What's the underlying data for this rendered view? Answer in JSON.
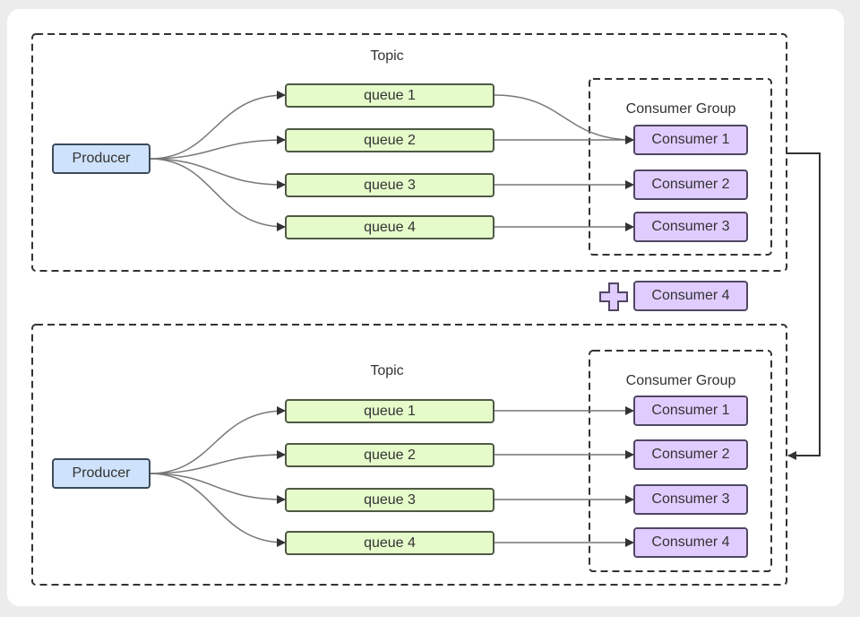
{
  "sections": [
    {
      "topic_label": "Topic",
      "producer": "Producer",
      "queues": [
        "queue 1",
        "queue 2",
        "queue 3",
        "queue 4"
      ],
      "group_label": "Consumer Group",
      "consumers": [
        "Consumer 1",
        "Consumer 2",
        "Consumer 3"
      ]
    },
    {
      "topic_label": "Topic",
      "producer": "Producer",
      "queues": [
        "queue 1",
        "queue 2",
        "queue 3",
        "queue 4"
      ],
      "group_label": "Consumer Group",
      "consumers": [
        "Consumer 1",
        "Consumer 2",
        "Consumer 3",
        "Consumer 4"
      ]
    }
  ],
  "added_consumer": "Consumer 4",
  "colors": {
    "producer_fill": "#cfe2fb",
    "queue_fill": "#e5fbca",
    "consumer_fill": "#e1ccff",
    "plus_fill": "#e1ccff",
    "line": "#333333"
  }
}
